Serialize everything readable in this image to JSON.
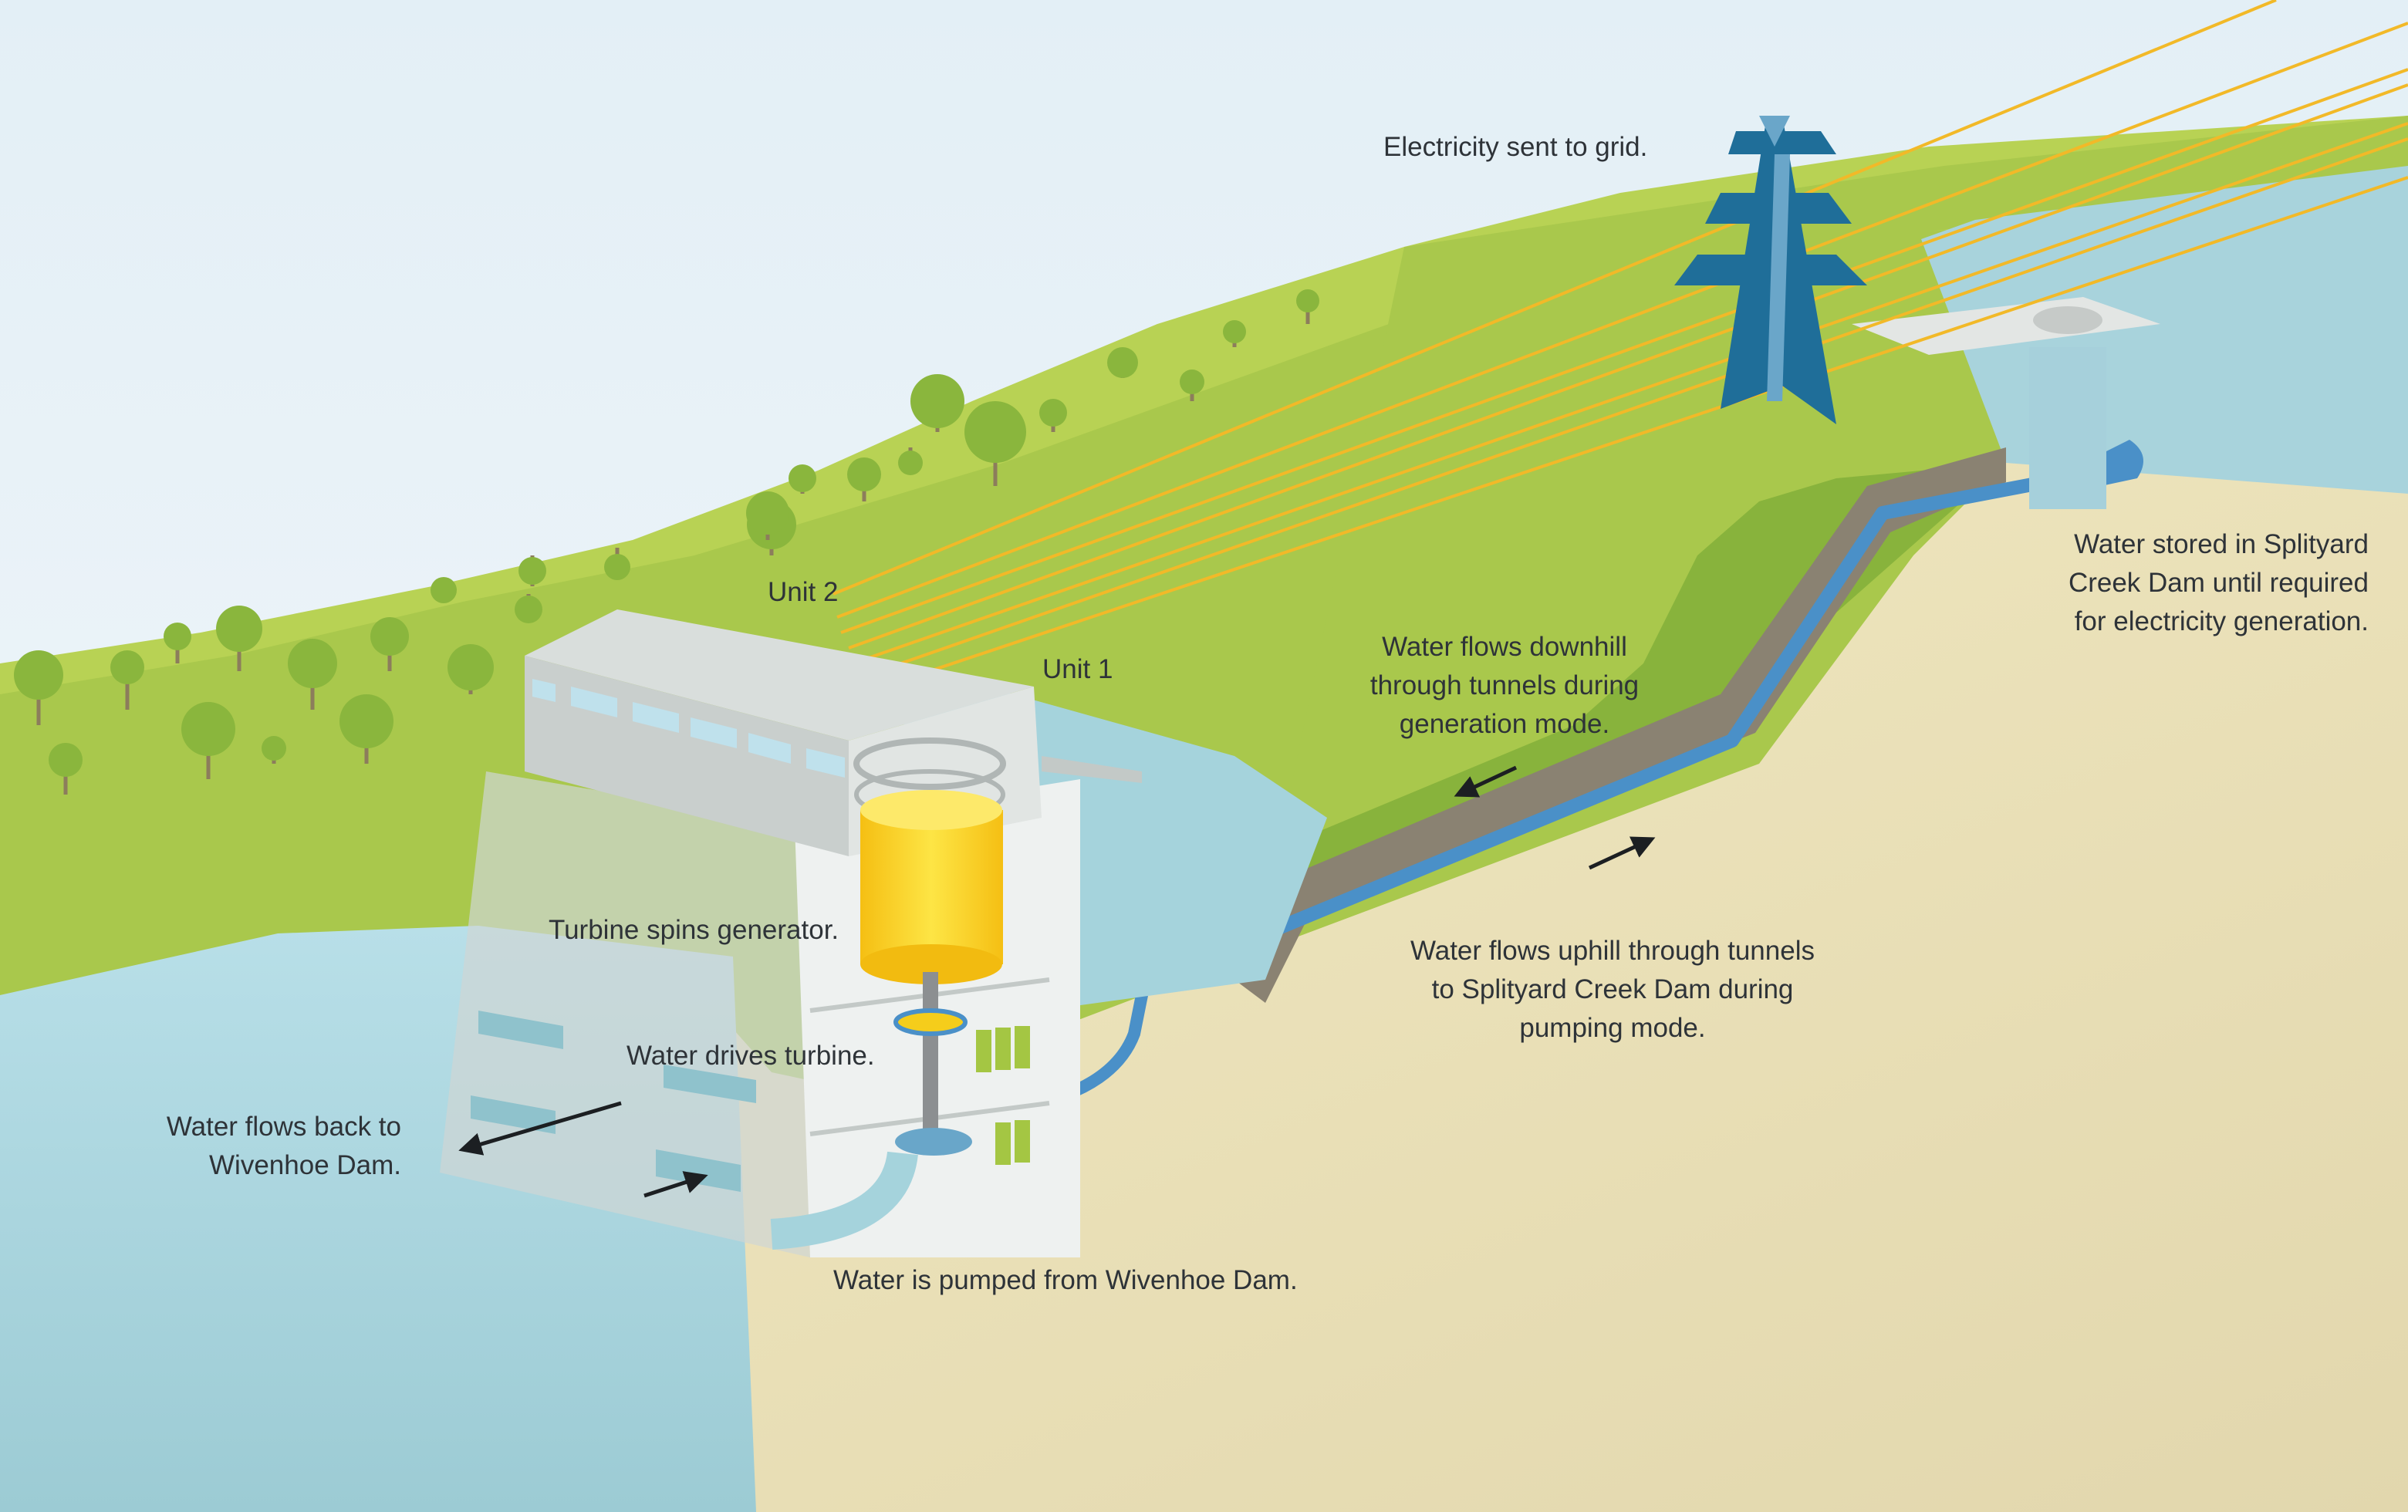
{
  "labels": {
    "grid": "Electricity sent to grid.",
    "unit2": "Unit 2",
    "unit1": "Unit 1",
    "downhill": [
      "Water flows downhill",
      "through tunnels during",
      "generation mode."
    ],
    "stored": [
      "Water stored in Splityard",
      "Creek Dam until required",
      "for electricity generation."
    ],
    "turbine_spins": "Turbine spins generator.",
    "drives_turbine": "Water drives turbine.",
    "flows_back": [
      "Water flows back to",
      "Wivenhoe Dam."
    ],
    "uphill": [
      "Water flows uphill through tunnels",
      "to Splityard Creek Dam during",
      "pumping mode."
    ],
    "pumped": "Water is pumped from Wivenhoe Dam."
  },
  "colors": {
    "sky": "#e6f1f7",
    "grass_light": "#b5cf4f",
    "grass_dark": "#86b43b",
    "earth": "#f0e6bd",
    "rock": "#8a8272",
    "water": "#a5d3dc",
    "tunnel": "#4a90c8",
    "power_line": "#f2b928",
    "pylon": "#1f6e99",
    "generator": "#f7d21a",
    "building": "#d9dedc"
  }
}
